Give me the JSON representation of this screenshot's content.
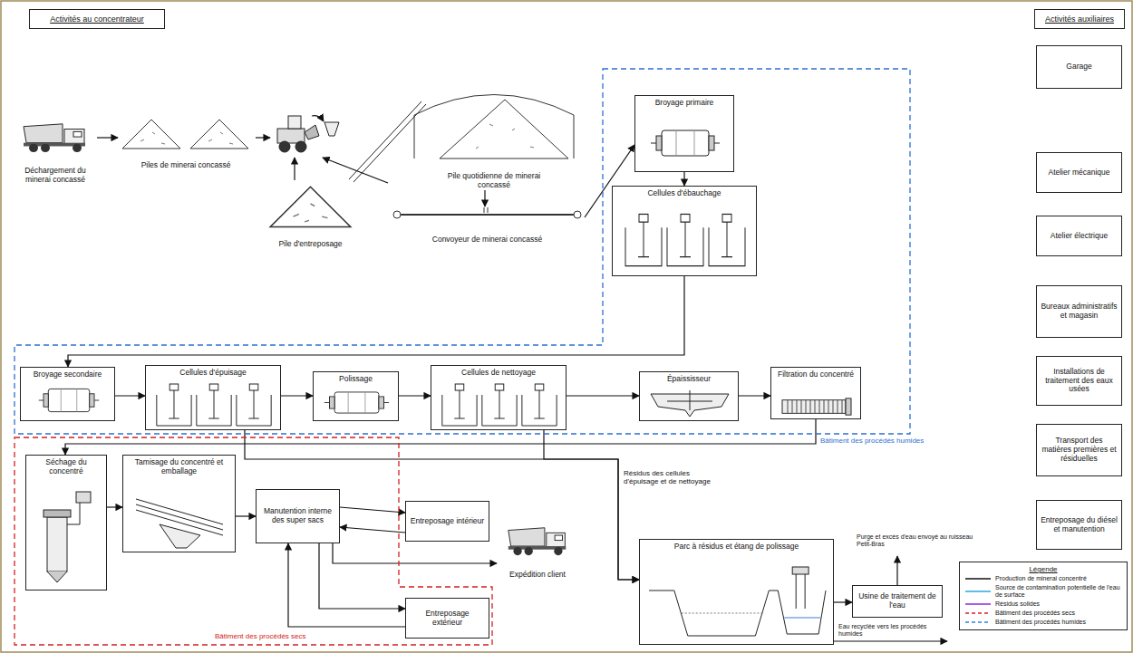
{
  "diagram": {
    "nodes": [
      {
        "text": [
          "Activités au concentrateur"
        ]
      },
      {
        "text": [
          "Déchargement du minerai concassé"
        ]
      },
      {
        "text": [
          "Piles de minerai concassé"
        ]
      },
      {
        "text": [
          "Pile d'entreposage"
        ]
      },
      {
        "text": [
          "Pile quotidienne de minerai concassé"
        ]
      },
      {
        "text": [
          "Convoyeur de minerai concassé"
        ]
      },
      {
        "text": [
          "Bâtiment des procédés humides"
        ]
      },
      {
        "text": [
          "Broyage primaire"
        ],
        "in": 6
      },
      {
        "text": [
          "Cellules d'ébauchage"
        ],
        "in": 6
      },
      {
        "text": [
          "Broyage secondaire"
        ],
        "in": 6
      },
      {
        "text": [
          "Cellules d'épuisage"
        ],
        "in": 6
      },
      {
        "text": [
          "Polissage"
        ],
        "in": 6
      },
      {
        "text": [
          "Cellules de nettoyage"
        ],
        "in": 6
      },
      {
        "text": [
          "Épaississeur"
        ],
        "in": 6
      },
      {
        "text": [
          "Filtration du concentré"
        ],
        "in": 6
      },
      {
        "text": [
          "Bâtiment des procédés secs"
        ]
      },
      {
        "text": [
          "Séchage du concentré"
        ],
        "in": 15
      },
      {
        "text": [
          "Tamisage du concentré et emballage"
        ],
        "in": 15
      },
      {
        "text": [
          "Manutention interne des super sacs"
        ],
        "in": 15
      },
      {
        "text": [
          "Entreposage intérieur"
        ]
      },
      {
        "text": [
          "Entreposage extérieur"
        ],
        "in": 15
      },
      {
        "text": [
          "Expédition client"
        ]
      },
      {
        "text": [
          "Parc à résidus et étang de polissage"
        ]
      },
      {
        "text": [
          "Usine de traitement de l'eau"
        ]
      },
      {
        "text": [
          "Activités auxiliaires"
        ]
      },
      {
        "text": [
          "Garage"
        ]
      },
      {
        "text": [
          "Atelier mécanique"
        ]
      },
      {
        "text": [
          "Atelier électrique"
        ]
      },
      {
        "text": [
          "Bureaux administratifs et magasin"
        ]
      },
      {
        "text": [
          "Installations de traitement des eaux usées"
        ]
      },
      {
        "text": [
          "Transport des matières premières et résiduelles"
        ]
      },
      {
        "text": [
          "Entreposage du diésel et manutention"
        ]
      }
    ],
    "edges": [
      {
        "from": 1,
        "to": 2,
        "arrow": "to"
      },
      {
        "from": 4,
        "to": 5,
        "arrow": "to"
      },
      {
        "from": 5,
        "to": 7,
        "arrow": "to"
      },
      {
        "from": 7,
        "to": 8,
        "arrow": "to"
      },
      {
        "from": 8,
        "to": 9,
        "arrow": "to"
      },
      {
        "from": 9,
        "to": 10,
        "arrow": "to"
      },
      {
        "from": 10,
        "to": 11,
        "arrow": "to"
      },
      {
        "from": 11,
        "to": 12,
        "arrow": "to"
      },
      {
        "from": 12,
        "to": 13,
        "arrow": "to"
      },
      {
        "from": 13,
        "to": 14,
        "arrow": "to"
      },
      {
        "from": 14,
        "to": 16,
        "arrow": "to"
      },
      {
        "from": 10,
        "to": 22,
        "arrow": "to"
      },
      {
        "from": 12,
        "to": 22,
        "arrow": "to"
      },
      {
        "from": 16,
        "to": 17,
        "arrow": "to"
      },
      {
        "from": 17,
        "to": 18,
        "arrow": "to"
      },
      {
        "from": 18,
        "to": 19,
        "arrow": "to"
      },
      {
        "from": 19,
        "to": 18,
        "arrow": "to"
      },
      {
        "from": 18,
        "to": 20,
        "arrow": "to"
      },
      {
        "from": 20,
        "to": 18,
        "arrow": "to"
      },
      {
        "from": 18,
        "to": 21,
        "arrow": "to"
      },
      {
        "from": 22,
        "to": 23,
        "arrow": "to"
      }
    ],
    "labels": [
      "Résidus des cellules d'épuisage et de nettoyage",
      "Purge et excès d'eau envoyé au ruisseau Petit-Bras",
      "Eau recyclée vers les procédés humides",
      "Légende"
    ],
    "legend": [
      {
        "text": "Production de minerai concentré"
      },
      {
        "text": "Source de contamination potentielle de l'eau de surface"
      },
      {
        "text": "Résidus solides"
      },
      {
        "text": "Bâtiment des procédés secs"
      },
      {
        "text": "Bâtiment des procédés humides"
      }
    ]
  }
}
